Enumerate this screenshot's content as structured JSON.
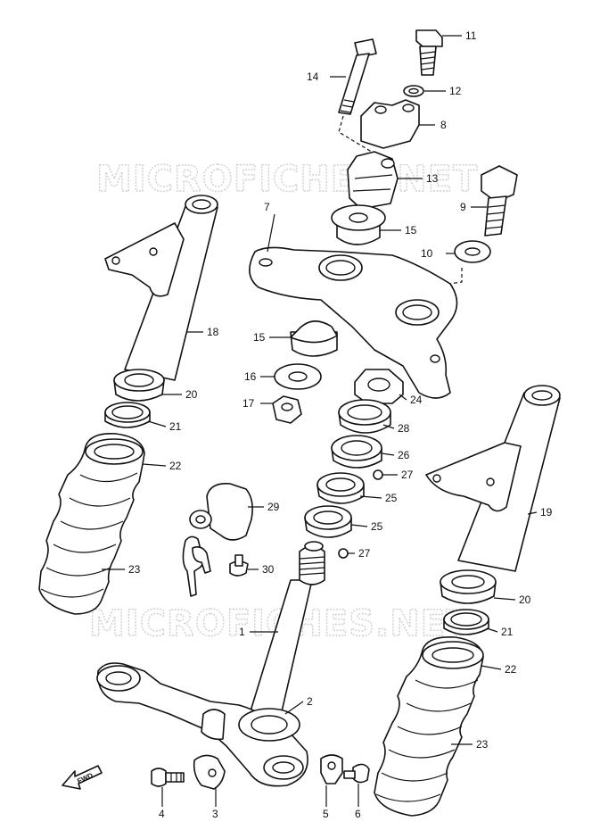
{
  "watermark": "MICROFICHES.NET",
  "fwd_label": "FWD",
  "callouts": {
    "c1": "1",
    "c2": "2",
    "c3": "3",
    "c4": "4",
    "c5": "5",
    "c6": "6",
    "c7": "7",
    "c8": "8",
    "c9": "9",
    "c10": "10",
    "c11": "11",
    "c12": "12",
    "c13": "13",
    "c14": "14",
    "c15a": "15",
    "c15b": "15",
    "c16": "16",
    "c17": "17",
    "c18": "18",
    "c19": "19",
    "c20a": "20",
    "c20b": "20",
    "c21a": "21",
    "c21b": "21",
    "c22a": "22",
    "c22b": "22",
    "c23a": "23",
    "c23b": "23",
    "c24": "24",
    "c25a": "25",
    "c25b": "25",
    "c26": "26",
    "c27a": "27",
    "c27b": "27",
    "c28": "28",
    "c29": "29",
    "c30": "30"
  }
}
